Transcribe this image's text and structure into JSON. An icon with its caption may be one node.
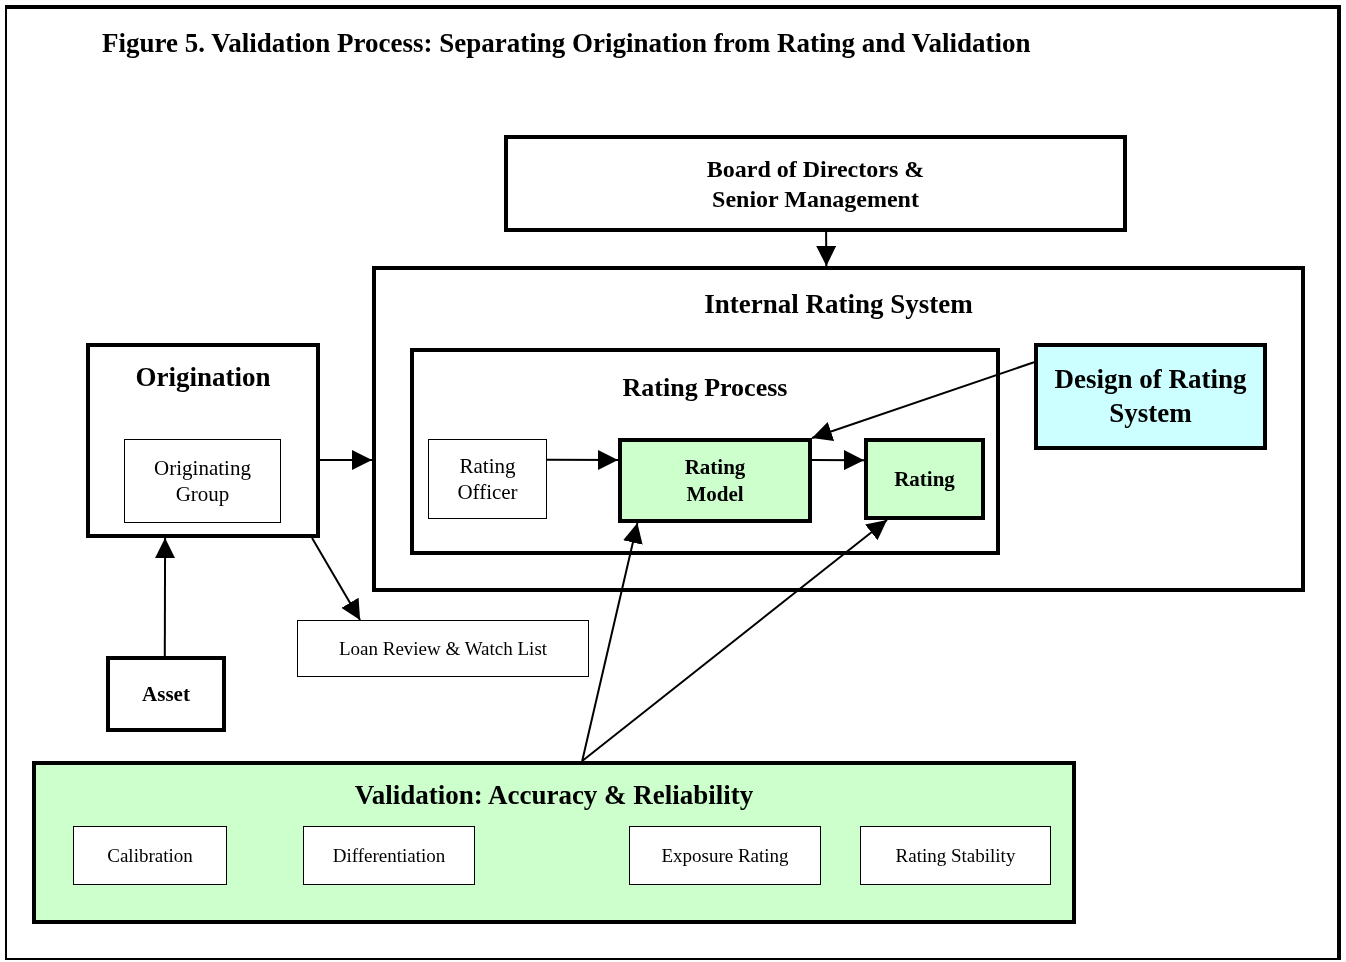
{
  "diagram": {
    "title": "Figure 5. Validation Process: Separating Origination from Rating and Validation",
    "nodes": [
      {
        "text": [
          "Board of Directors & Senior Management"
        ]
      },
      {
        "text": [
          "Internal Rating System"
        ]
      },
      {
        "text": [
          "Rating Process"
        ],
        "in": 1
      },
      {
        "text": [
          "Rating Officer"
        ],
        "in": 2
      },
      {
        "text": [
          "Rating Model"
        ],
        "in": 2
      },
      {
        "text": [
          "Rating"
        ],
        "in": 2
      },
      {
        "text": [
          "Design of Rating System"
        ],
        "in": 1
      },
      {
        "text": [
          "Origination"
        ]
      },
      {
        "text": [
          "Originating Group"
        ],
        "in": 7
      },
      {
        "text": [
          "Loan Review & Watch List"
        ]
      },
      {
        "text": [
          "Asset"
        ]
      },
      {
        "text": [
          "Validation: Accuracy & Reliability"
        ]
      },
      {
        "text": [
          "Calibration"
        ],
        "in": 11
      },
      {
        "text": [
          "Differentiation"
        ],
        "in": 11
      },
      {
        "text": [
          "Exposure Rating"
        ],
        "in": 11
      },
      {
        "text": [
          "Rating Stability"
        ],
        "in": 11
      }
    ],
    "edges": [
      {
        "from": 0,
        "to": 1,
        "arrow": "to"
      },
      {
        "from": 7,
        "to": 1,
        "arrow": "to"
      },
      {
        "from": 7,
        "to": 9,
        "arrow": "to"
      },
      {
        "from": 10,
        "to": 7,
        "arrow": "to"
      },
      {
        "from": 3,
        "to": 4,
        "arrow": "to"
      },
      {
        "from": 4,
        "to": 5,
        "arrow": "to"
      },
      {
        "from": 6,
        "to": 4,
        "arrow": "to"
      },
      {
        "from": 11,
        "to": 4,
        "arrow": "to"
      },
      {
        "from": 11,
        "to": 5,
        "arrow": "to"
      }
    ]
  }
}
